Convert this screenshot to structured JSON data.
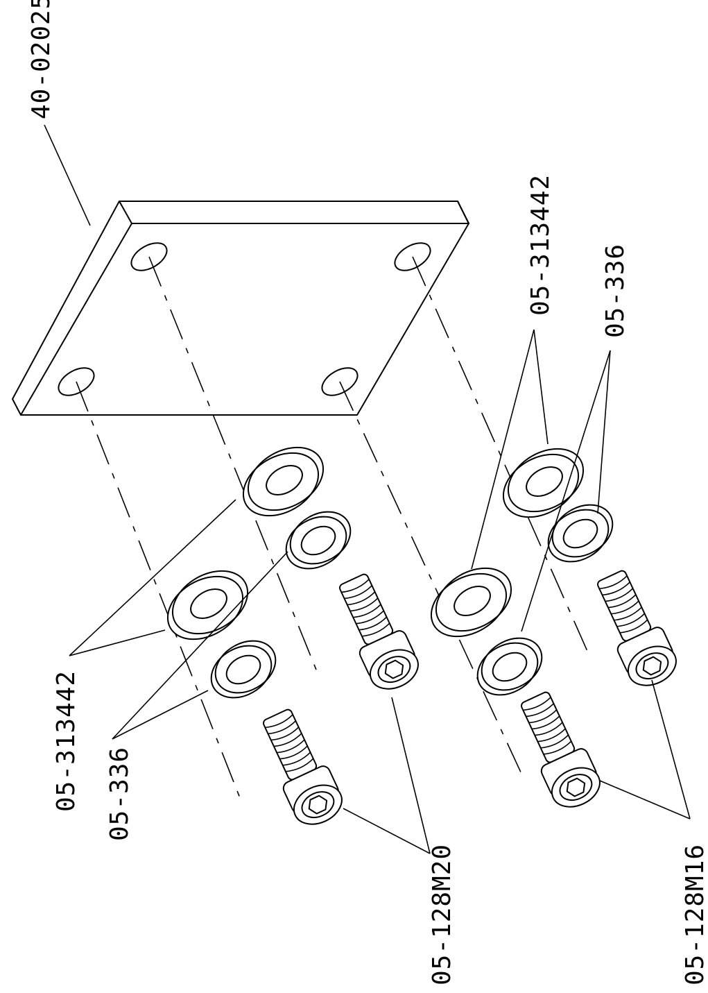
{
  "labels": {
    "plate": "40-02025",
    "washer_flat_right": "05-313442",
    "washer_lock_right": "05-336",
    "washer_flat_left": "05-313442",
    "washer_lock_left": "05-336",
    "screw_left": "05-128M20",
    "screw_right": "05-128M16"
  }
}
